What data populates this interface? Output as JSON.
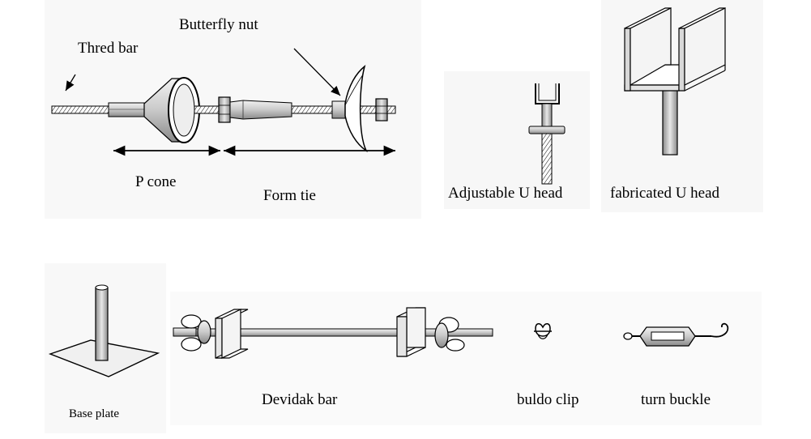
{
  "labels": {
    "thred_bar": "Thred bar",
    "butterfly_nut": "Butterfly nut",
    "p_cone": "P cone",
    "form_tie": "Form tie",
    "adjustable_u_head": "Adjustable U head",
    "fabricated_u_head": "fabricated U head",
    "base_plate": "Base plate",
    "devidak_bar": "Devidak bar",
    "buldo_clip": "buldo clip",
    "turn_buckle": "turn buckle"
  },
  "colors": {
    "line": "#000000",
    "panel_bg": "#f7f7f7",
    "metal_light": "#e6e6e6",
    "metal_mid": "#bdbdbd",
    "metal_dark": "#7a7a7a"
  }
}
